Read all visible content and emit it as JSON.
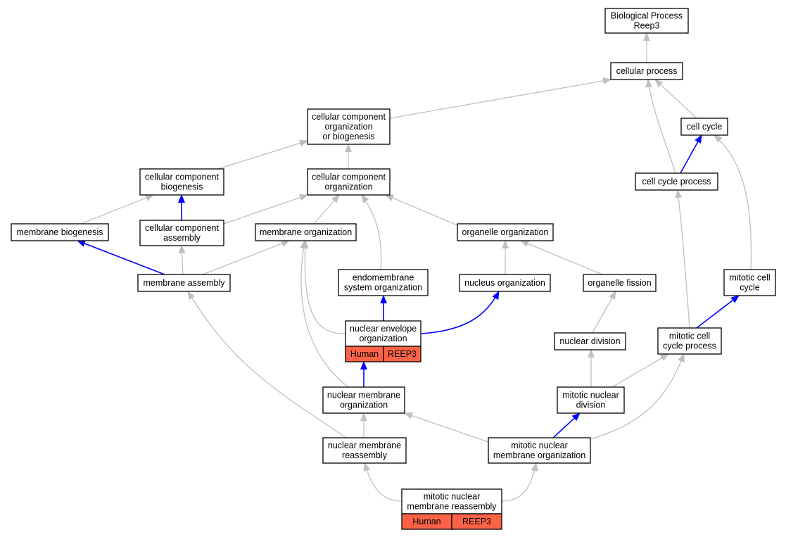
{
  "graph": {
    "colors": {
      "node_border": "#000000",
      "node_fill": "#ffffff",
      "annotation_fill": "#ff6347",
      "edge_default": "#bfbfbf",
      "edge_highlight": "#0000ff"
    },
    "nodes": [
      {
        "id": "bp",
        "lines": [
          "Biological Process",
          "Reep3"
        ]
      },
      {
        "id": "cp",
        "lines": [
          "cellular process"
        ]
      },
      {
        "id": "ccob",
        "lines": [
          "cellular component",
          "organization",
          "or biogenesis"
        ]
      },
      {
        "id": "cc",
        "lines": [
          "cell cycle"
        ]
      },
      {
        "id": "ccb",
        "lines": [
          "cellular component",
          "biogenesis"
        ]
      },
      {
        "id": "cco",
        "lines": [
          "cellular component",
          "organization"
        ]
      },
      {
        "id": "ccp",
        "lines": [
          "cell cycle process"
        ]
      },
      {
        "id": "mb",
        "lines": [
          "membrane biogenesis"
        ]
      },
      {
        "id": "cca",
        "lines": [
          "cellular component",
          "assembly"
        ]
      },
      {
        "id": "mo",
        "lines": [
          "membrane organization"
        ]
      },
      {
        "id": "oo",
        "lines": [
          "organelle organization"
        ]
      },
      {
        "id": "ma",
        "lines": [
          "membrane assembly"
        ]
      },
      {
        "id": "eso",
        "lines": [
          "endomembrane",
          "system organization"
        ]
      },
      {
        "id": "no",
        "lines": [
          "nucleus organization"
        ]
      },
      {
        "id": "of",
        "lines": [
          "organelle fission"
        ]
      },
      {
        "id": "mcc",
        "lines": [
          "mitotic cell",
          "cycle"
        ]
      },
      {
        "id": "neo",
        "lines": [
          "nuclear envelope",
          "organization"
        ],
        "annotation": [
          "Human",
          "REEP3"
        ]
      },
      {
        "id": "nd",
        "lines": [
          "nuclear division"
        ]
      },
      {
        "id": "mccp",
        "lines": [
          "mitotic cell",
          "cycle process"
        ]
      },
      {
        "id": "nmo",
        "lines": [
          "nuclear membrane",
          "organization"
        ]
      },
      {
        "id": "mnd",
        "lines": [
          "mitotic nuclear",
          "division"
        ]
      },
      {
        "id": "nmr",
        "lines": [
          "nuclear membrane",
          "reassembly"
        ]
      },
      {
        "id": "mnmo",
        "lines": [
          "mitotic nuclear",
          "membrane organization"
        ]
      },
      {
        "id": "mnmr",
        "lines": [
          "mitotic nuclear",
          "membrane reassembly"
        ],
        "annotation": [
          "Human",
          "REEP3"
        ]
      }
    ],
    "edges": [
      {
        "from": "cp",
        "to": "bp",
        "highlight": false
      },
      {
        "from": "ccob",
        "to": "cp",
        "highlight": false
      },
      {
        "from": "cc",
        "to": "cp",
        "highlight": false
      },
      {
        "from": "ccp",
        "to": "cp",
        "highlight": false
      },
      {
        "from": "ccp",
        "to": "cc",
        "highlight": true
      },
      {
        "from": "mcc",
        "to": "cc",
        "highlight": false
      },
      {
        "from": "cco",
        "to": "ccob",
        "highlight": false
      },
      {
        "from": "ccb",
        "to": "ccob",
        "highlight": false
      },
      {
        "from": "cca",
        "to": "ccb",
        "highlight": true
      },
      {
        "from": "mb",
        "to": "ccb",
        "highlight": false
      },
      {
        "from": "cca",
        "to": "cco",
        "highlight": false
      },
      {
        "from": "mo",
        "to": "cco",
        "highlight": false
      },
      {
        "from": "eso",
        "to": "cco",
        "highlight": false
      },
      {
        "from": "oo",
        "to": "cco",
        "highlight": false
      },
      {
        "from": "ma",
        "to": "mb",
        "highlight": true
      },
      {
        "from": "ma",
        "to": "cca",
        "highlight": false
      },
      {
        "from": "ma",
        "to": "mo",
        "highlight": false
      },
      {
        "from": "no",
        "to": "oo",
        "highlight": false
      },
      {
        "from": "of",
        "to": "oo",
        "highlight": false
      },
      {
        "from": "neo",
        "to": "eso",
        "highlight": true
      },
      {
        "from": "neo",
        "to": "no",
        "highlight": true
      },
      {
        "from": "neo",
        "to": "mo",
        "highlight": false
      },
      {
        "from": "nmo",
        "to": "mo",
        "highlight": false
      },
      {
        "from": "nd",
        "to": "of",
        "highlight": false
      },
      {
        "from": "mccp",
        "to": "ccp",
        "highlight": false
      },
      {
        "from": "mccp",
        "to": "mcc",
        "highlight": true
      },
      {
        "from": "nmo",
        "to": "neo",
        "highlight": true
      },
      {
        "from": "mnd",
        "to": "nd",
        "highlight": false
      },
      {
        "from": "mnd",
        "to": "mccp",
        "highlight": false
      },
      {
        "from": "nmr",
        "to": "ma",
        "highlight": false
      },
      {
        "from": "nmr",
        "to": "nmo",
        "highlight": false
      },
      {
        "from": "mnmo",
        "to": "nmo",
        "highlight": false
      },
      {
        "from": "mnmo",
        "to": "mnd",
        "highlight": true
      },
      {
        "from": "mnmo",
        "to": "mccp",
        "highlight": false
      },
      {
        "from": "mnmr",
        "to": "nmr",
        "highlight": false
      },
      {
        "from": "mnmr",
        "to": "mnmo",
        "highlight": false
      }
    ]
  }
}
